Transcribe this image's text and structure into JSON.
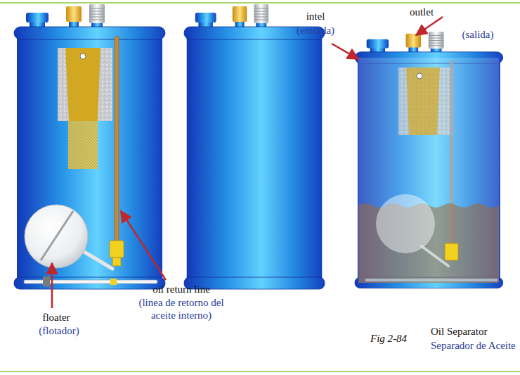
{
  "diagram": {
    "labels": [
      "intel",
      "(entrada)",
      "outlet",
      "(salida)",
      "floater",
      "(flotador)",
      "oil return line",
      "(linea de retorno del aceite interno)",
      "Fig 2-84",
      "Oil Separator",
      "Separador de Aceite"
    ]
  }
}
